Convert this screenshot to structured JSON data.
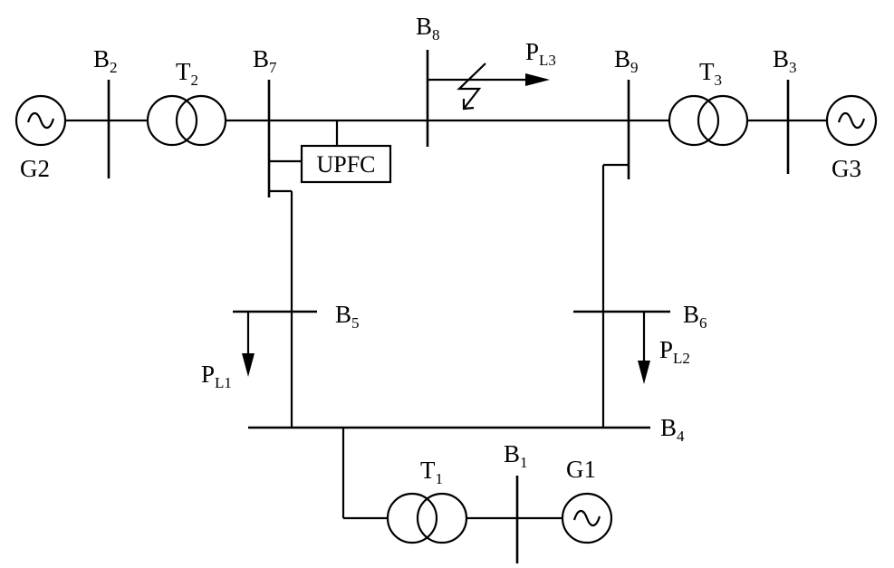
{
  "buses": {
    "b1": {
      "main": "B",
      "sub": "1"
    },
    "b2": {
      "main": "B",
      "sub": "2"
    },
    "b3": {
      "main": "B",
      "sub": "3"
    },
    "b4": {
      "main": "B",
      "sub": "4"
    },
    "b5": {
      "main": "B",
      "sub": "5"
    },
    "b6": {
      "main": "B",
      "sub": "6"
    },
    "b7": {
      "main": "B",
      "sub": "7"
    },
    "b8": {
      "main": "B",
      "sub": "8"
    },
    "b9": {
      "main": "B",
      "sub": "9"
    }
  },
  "transformers": {
    "t1": {
      "main": "T",
      "sub": "1"
    },
    "t2": {
      "main": "T",
      "sub": "2"
    },
    "t3": {
      "main": "T",
      "sub": "3"
    }
  },
  "generators": {
    "g1": "G1",
    "g2": "G2",
    "g3": "G3"
  },
  "loads": {
    "pl1": {
      "main": "P",
      "sub": "L1"
    },
    "pl2": {
      "main": "P",
      "sub": "L2"
    },
    "pl3": {
      "main": "P",
      "sub": "L3"
    }
  },
  "upfc": "UPFC",
  "icons": {
    "generator": "ac-source-icon",
    "transformer": "two-winding-transformer-icon",
    "fault": "lightning-fault-icon",
    "load": "down-arrow-load-icon"
  }
}
